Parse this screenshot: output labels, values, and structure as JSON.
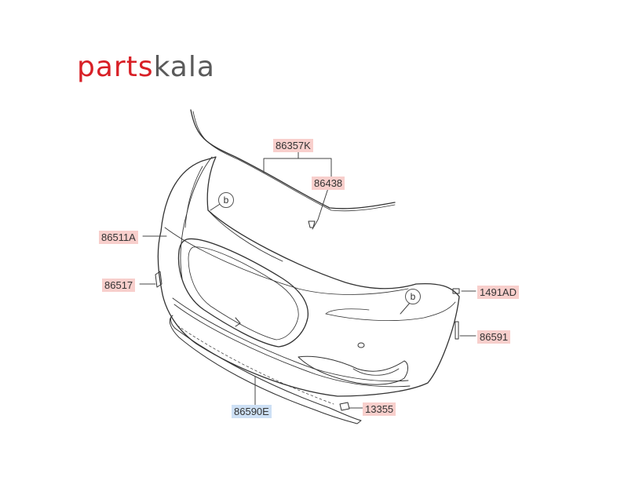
{
  "logo": {
    "part1": "parts",
    "part2": "kala"
  },
  "labels": {
    "p86357K": "86357K",
    "p86438": "86438",
    "p86511A": "86511A",
    "p86517": "86517",
    "p1491AD": "1491AD",
    "p86591": "86591",
    "p86590E": "86590E",
    "p13355": "13355"
  },
  "callouts": {
    "b1": "b",
    "b2": "b"
  },
  "colors": {
    "label_highlight": "#f8cfcc",
    "label_selected": "#cde0f5",
    "brand_red": "#d81f26"
  }
}
